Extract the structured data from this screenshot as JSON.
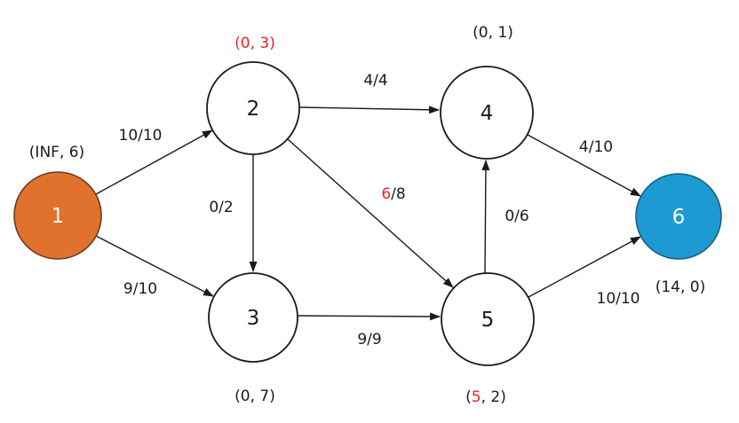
{
  "diagram": {
    "kind": "flow-network-graph",
    "colors": {
      "source_node_fill": "#e0722e",
      "sink_node_fill": "#1e9ad3",
      "plain_node_fill": "#ffffff",
      "node_stroke": "#2b2b2b",
      "edge_stroke": "#1a1a1a",
      "highlight_red": "#e8232a",
      "text_dark": "#1a1a1a",
      "text_light": "#ffffff"
    }
  },
  "nodes": [
    {
      "id": "1",
      "label": "1",
      "role": "source",
      "annotation": "(INF, 6)"
    },
    {
      "id": "2",
      "label": "2",
      "role": "plain",
      "annotation": "(0, 3)",
      "annotation_color": "red"
    },
    {
      "id": "3",
      "label": "3",
      "role": "plain",
      "annotation": "(0, 7)"
    },
    {
      "id": "4",
      "label": "4",
      "role": "plain",
      "annotation": "(0, 1)"
    },
    {
      "id": "5",
      "label": "5",
      "role": "plain",
      "annotation_parts": {
        "pre": "(",
        "highlight": "5",
        "post": ", 2)"
      }
    },
    {
      "id": "6",
      "label": "6",
      "role": "sink",
      "annotation": "(14, 0)"
    }
  ],
  "edges": [
    {
      "from": "1",
      "to": "2",
      "label": "10/10"
    },
    {
      "from": "1",
      "to": "3",
      "label": "9/10"
    },
    {
      "from": "2",
      "to": "4",
      "label": "4/4"
    },
    {
      "from": "2",
      "to": "3",
      "label": "0/2"
    },
    {
      "from": "2",
      "to": "5",
      "label_parts": {
        "highlight": "6",
        "rest": "/8"
      }
    },
    {
      "from": "3",
      "to": "5",
      "label": "9/9"
    },
    {
      "from": "5",
      "to": "4",
      "label": "0/6"
    },
    {
      "from": "4",
      "to": "6",
      "label": "4/10"
    },
    {
      "from": "5",
      "to": "6",
      "label": "10/10"
    }
  ]
}
